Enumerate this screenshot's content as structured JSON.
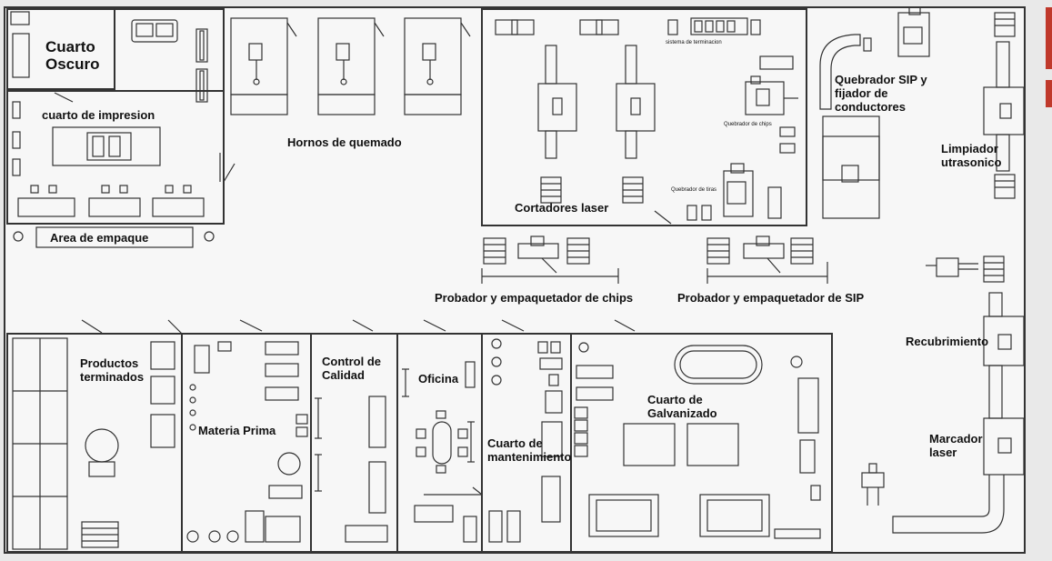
{
  "colors": {
    "background": "#e9e9e9",
    "floor": "#f7f7f7",
    "wall": "#333333",
    "accent": "#c0392b"
  },
  "rooms": {
    "cuarto_oscuro": "Cuarto Oscuro",
    "cuarto_impresion": "cuarto de impresion",
    "area_empaque": "Area de empaque",
    "hornos": "Hornos de quemado",
    "cortadores": "Cortadores laser",
    "sistema_terminacion": "sistema de terminacion",
    "quebrador_chips": "Quebrador de chips",
    "quebrador_tiras": "Quebrador de tiras",
    "quebrador_sip": "Quebrador SIP y fijador de conductores",
    "limpiador": "Limpiador utrasonico",
    "probador_chips": "Probador y empaquetador de chips",
    "probador_sip": "Probador y empaquetador de SIP",
    "recubrimiento": "Recubrimiento",
    "marcador": "Marcador laser",
    "productos": "Productos terminados",
    "materia_prima": "Materia Prima",
    "control": "Control de Calidad",
    "oficina": "Oficina",
    "mantenimiento": "Cuarto de mantenimiento",
    "galvanizado": "Cuarto de Galvanizado"
  },
  "icons": [
    "door-icon",
    "column-icon",
    "furnace-icon",
    "laser-cutter-icon",
    "conveyor-icon",
    "tray-stack-icon",
    "robot-arm-icon",
    "tank-icon",
    "duct-icon"
  ]
}
